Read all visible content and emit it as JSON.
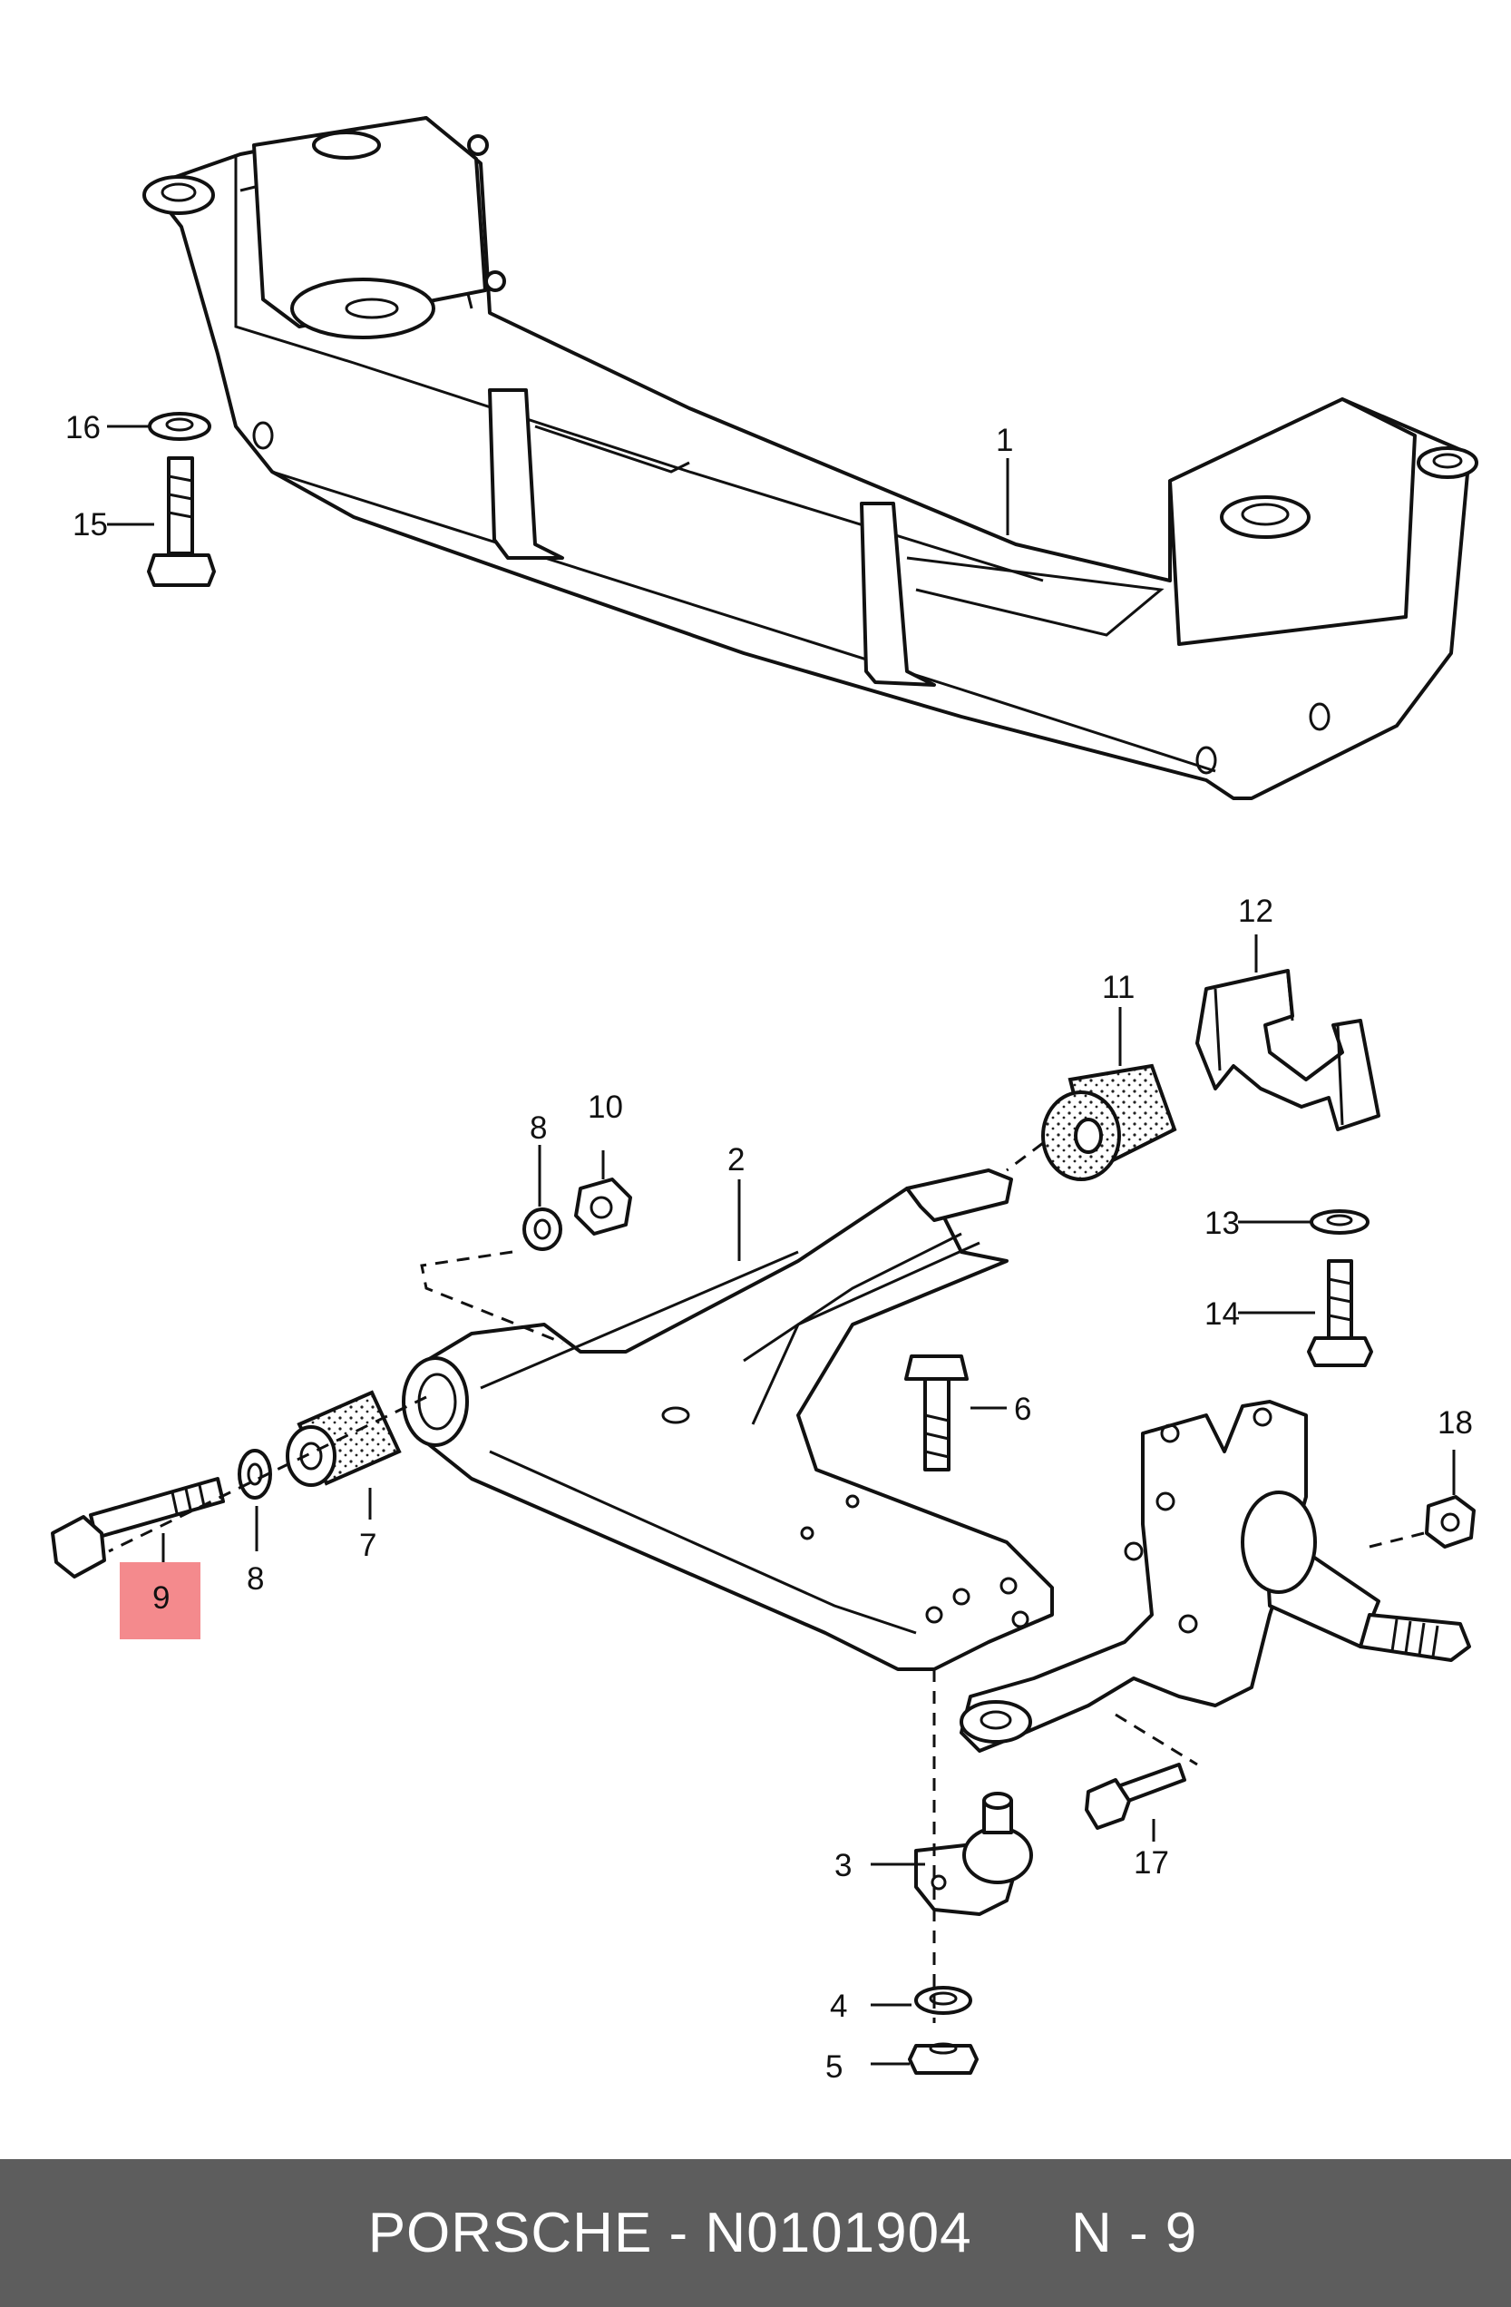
{
  "footer": {
    "brand": "PORSCHE",
    "separator": " - ",
    "part_number": "N0101904",
    "page_ref": "N - 9"
  },
  "highlighted_callout": "9",
  "highlight_color": "#f48a8d",
  "footer_color": "#5d5d5d",
  "callouts": {
    "c1": "1",
    "c2": "2",
    "c3": "3",
    "c4": "4",
    "c5": "5",
    "c6": "6",
    "c7": "7",
    "c8a": "8",
    "c8b": "8",
    "c9": "9",
    "c10": "10",
    "c11": "11",
    "c12": "12",
    "c13": "13",
    "c14": "14",
    "c15": "15",
    "c16": "16",
    "c17": "17",
    "c18": "18"
  }
}
